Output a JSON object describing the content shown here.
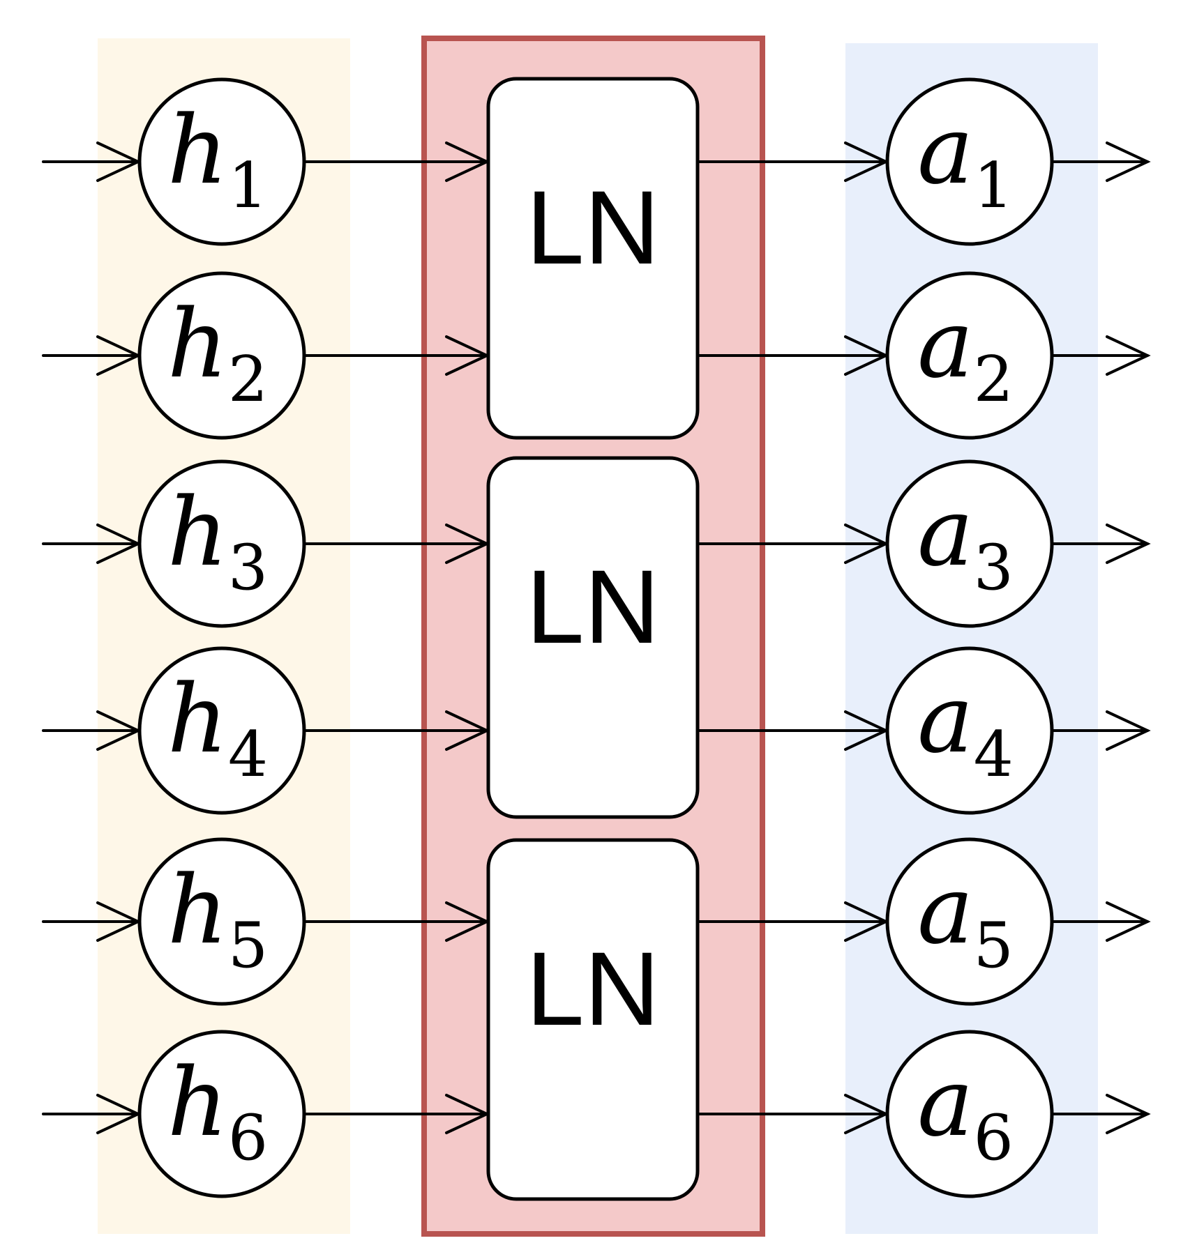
{
  "colors": {
    "input_panel": "#fef7e8",
    "ln_panel_fill": "#f4c9c9",
    "ln_panel_border": "#b85450",
    "output_panel": "#e8effb",
    "stroke": "#000000",
    "box_fill": "#ffffff"
  },
  "inputs": [
    {
      "base": "h",
      "sub": "1"
    },
    {
      "base": "h",
      "sub": "2"
    },
    {
      "base": "h",
      "sub": "3"
    },
    {
      "base": "h",
      "sub": "4"
    },
    {
      "base": "h",
      "sub": "5"
    },
    {
      "base": "h",
      "sub": "6"
    }
  ],
  "ln_blocks": [
    {
      "label": "LN"
    },
    {
      "label": "LN"
    },
    {
      "label": "LN"
    }
  ],
  "outputs": [
    {
      "base": "a",
      "sub": "1"
    },
    {
      "base": "a",
      "sub": "2"
    },
    {
      "base": "a",
      "sub": "3"
    },
    {
      "base": "a",
      "sub": "4"
    },
    {
      "base": "a",
      "sub": "5"
    },
    {
      "base": "a",
      "sub": "6"
    }
  ]
}
